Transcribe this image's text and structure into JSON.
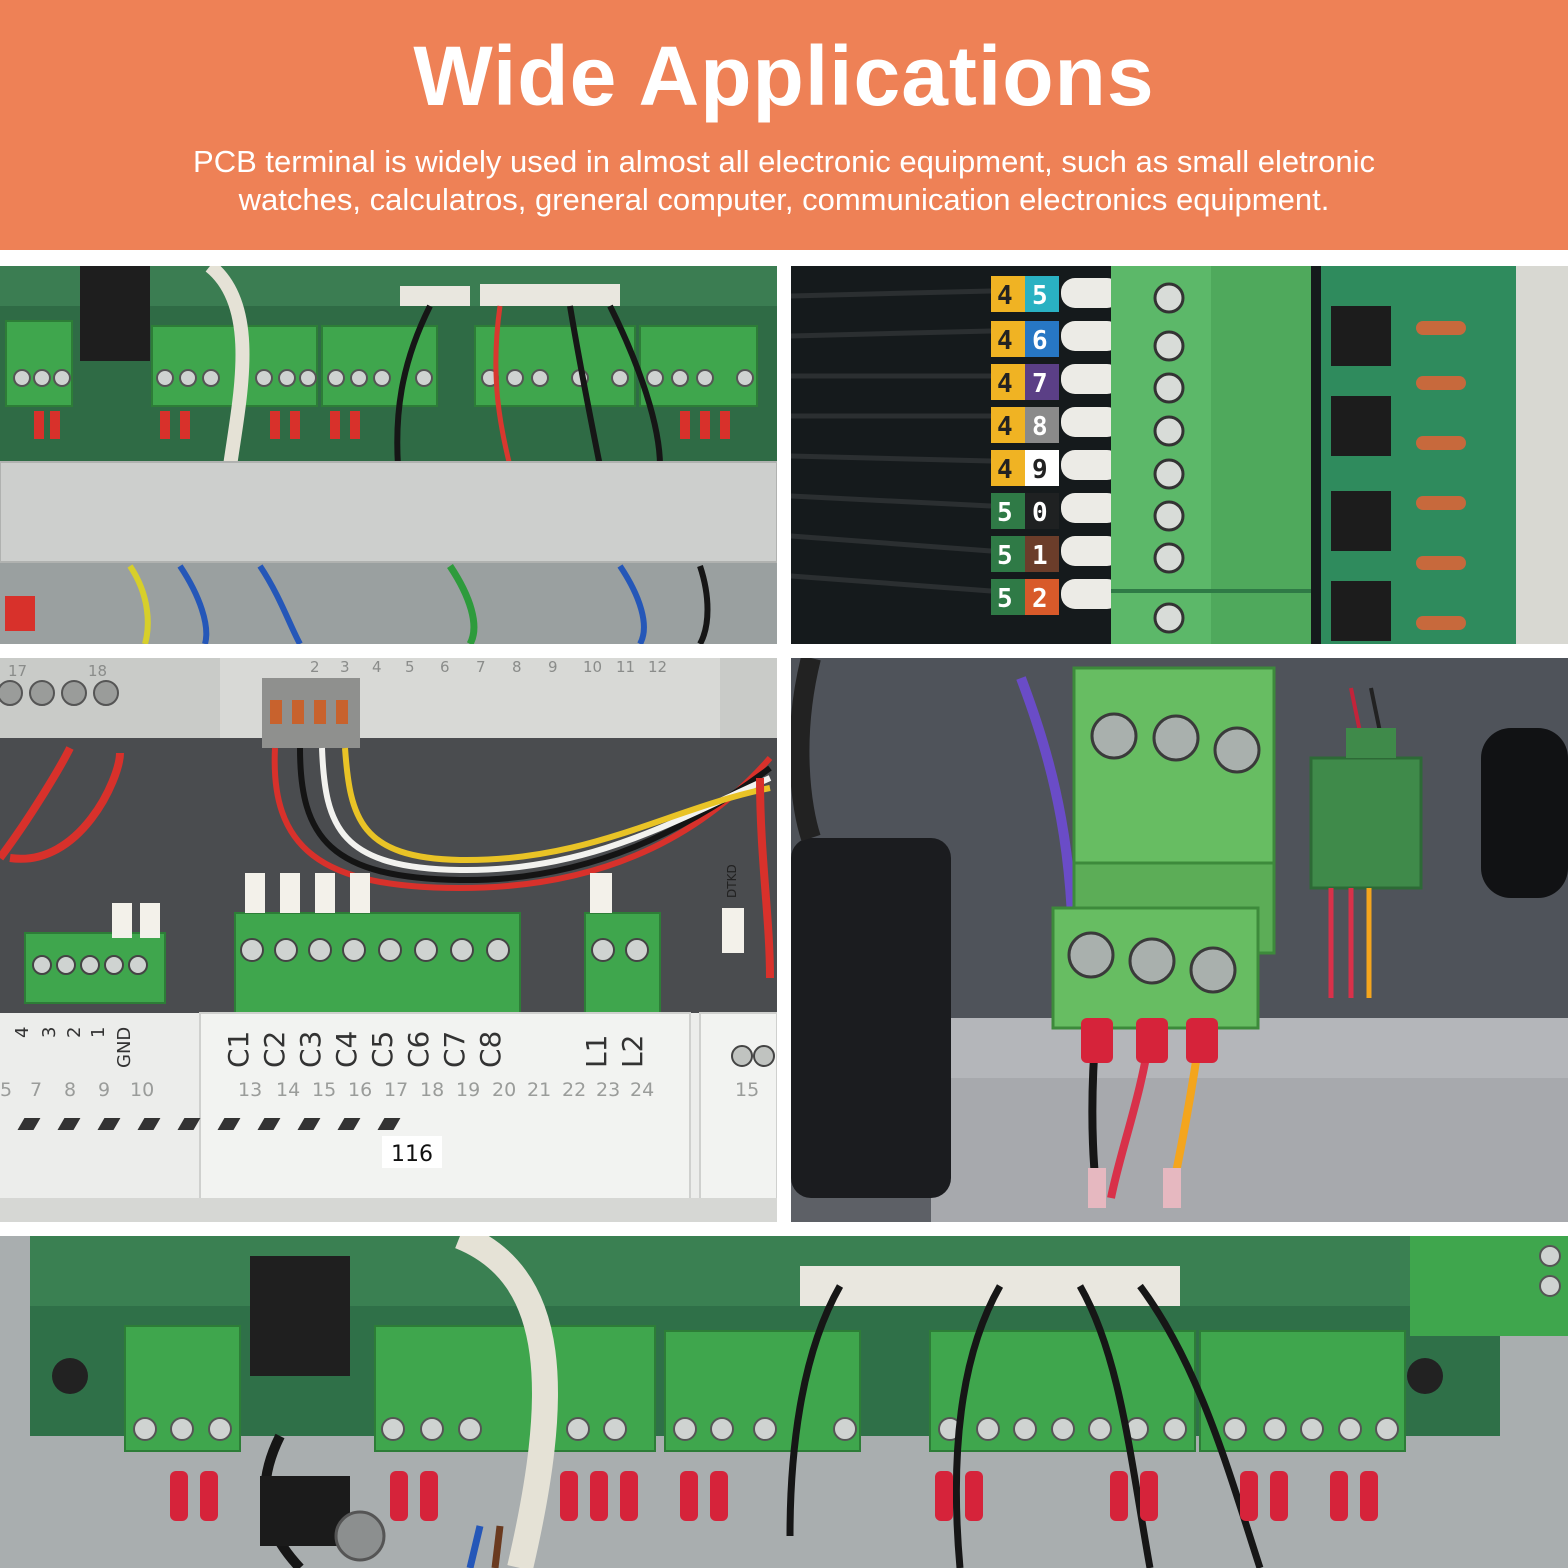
{
  "banner": {
    "title": "Wide Applications",
    "description_line1": "PCB terminal is widely used in almost all electronic equipment, such as small eletronic",
    "description_line2": "watches, calculatros, greneral computer, communication electronics equipment.",
    "background_color": "#ee8156",
    "text_color": "#ffffff"
  },
  "photos": {
    "wire_markers": [
      "4",
      "5",
      "4",
      "6",
      "4",
      "7",
      "4",
      "8",
      "4",
      "9",
      "5",
      "0",
      "5",
      "1",
      "5",
      "2"
    ],
    "module_labels": [
      "C1",
      "C2",
      "C3",
      "C4",
      "C5",
      "C6",
      "C7",
      "C8",
      "L1",
      "L2",
      "4",
      "3",
      "2",
      "1",
      "GND"
    ],
    "terminal_numbers": [
      "13",
      "14",
      "15",
      "16",
      "17",
      "18",
      "19",
      "20",
      "21",
      "22",
      "23",
      "24",
      "5",
      "7",
      "8",
      "9",
      "10",
      "15"
    ],
    "top_numbers": [
      "17",
      "18",
      "2",
      "3",
      "4",
      "5",
      "6",
      "7",
      "8",
      "9",
      "10",
      "11",
      "12"
    ],
    "module_id": "116",
    "tag_text": "DTKD"
  }
}
